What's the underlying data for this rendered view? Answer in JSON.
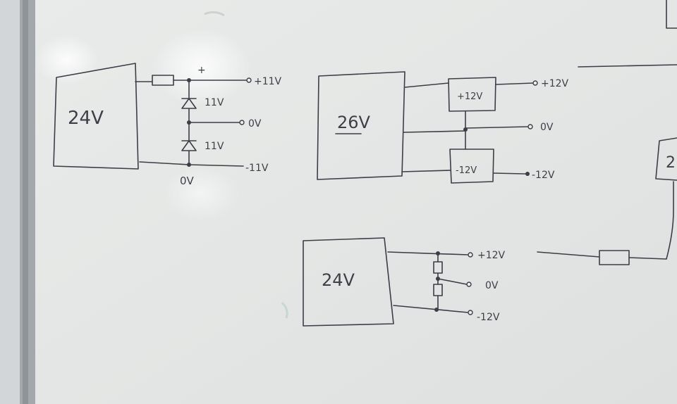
{
  "colors": {
    "whiteboard": "#e6e8e7",
    "frame": "#9ea4a7",
    "wall": "#d4d8da",
    "marker": "#3b3f45"
  },
  "circuit_left": {
    "supply": "24V",
    "plus_mark": "+",
    "zener_top": "11V",
    "zener_bottom": "11V",
    "out_pos": "+11V",
    "out_mid": "0V",
    "out_neg": "-11V",
    "ground": "0V"
  },
  "circuit_right": {
    "supply": "26V",
    "reg_pos": "+12V",
    "reg_neg": "-12V",
    "out_pos": "+12V",
    "out_mid": "0V",
    "out_neg": "-12V"
  },
  "circuit_bottom": {
    "supply": "24V",
    "out_pos": "+12V",
    "out_mid": "0V",
    "out_neg": "-12V"
  },
  "circuit_edge": {
    "supply_fragment": "2"
  }
}
